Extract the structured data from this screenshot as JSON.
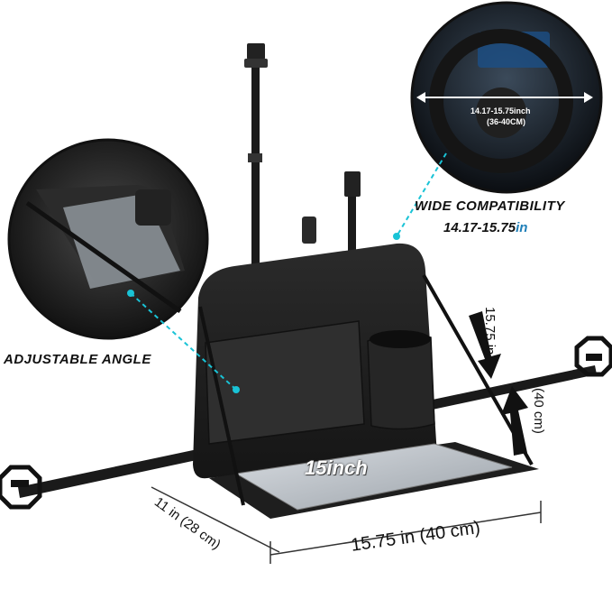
{
  "callouts": {
    "adjustable_angle": "ADJUSTABLE ANGLE",
    "wide_compatibility": "WIDE COMPATIBILITY",
    "range_value": "14.17-15.75",
    "range_unit": "in"
  },
  "wheel_inset": {
    "range_inch": "14.17-15.75inch",
    "range_cm": "(36-40CM)"
  },
  "dimensions": {
    "height_in": "15.75 in",
    "height_cm": "(40 cm)",
    "depth": "11 in (28 cm)",
    "width": "15.75 in (40 cm)"
  },
  "tablet_label": "15inch",
  "colors": {
    "product": "#1c1c1c",
    "callout_line": "#19c3d6",
    "accent_unit": "#1f7fb8"
  }
}
